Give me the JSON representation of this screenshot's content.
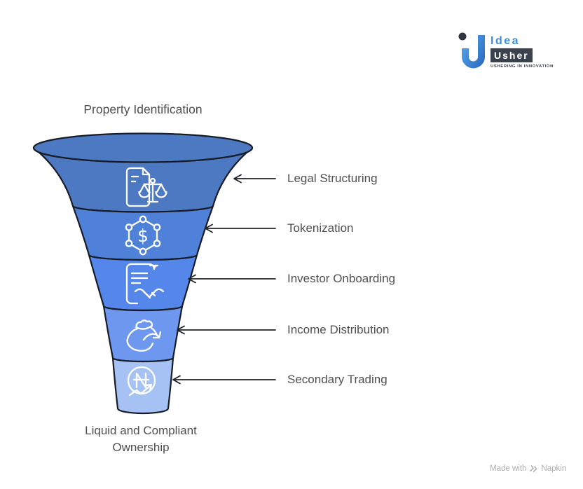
{
  "logo": {
    "brand_top": "Idea",
    "brand_bottom": "Usher",
    "tagline": "USHERING IN INNOVATION",
    "blue": "#3e8cdc",
    "dark": "#3a424d"
  },
  "diagram": {
    "title": "Property Identification",
    "outcome_label": "Liquid and Compliant Ownership",
    "funnel_top_color": "#4c79c1",
    "outline_color": "#171c26",
    "arrow_color": "#1f2328",
    "label_color": "#4f4f4f",
    "icon_color": "#ffffff",
    "stages": [
      {
        "label": "Legal Structuring",
        "icon": "document-scales-icon",
        "color": "#4c79c1"
      },
      {
        "label": "Tokenization",
        "icon": "hexagon-dollar-token-icon",
        "color": "#5081d8",
        "icon_glyph": "$"
      },
      {
        "label": "Investor Onboarding",
        "icon": "contract-handshake-icon",
        "color": "#5586ea"
      },
      {
        "label": "Income Distribution",
        "icon": "money-bag-arrow-icon",
        "color": "#6e97ef"
      },
      {
        "label": "Secondary Trading",
        "icon": "naira-trend-chart-icon",
        "color": "#a6c2f4"
      }
    ]
  },
  "footer": {
    "made_with": "Made with",
    "brand": "Napkin"
  }
}
